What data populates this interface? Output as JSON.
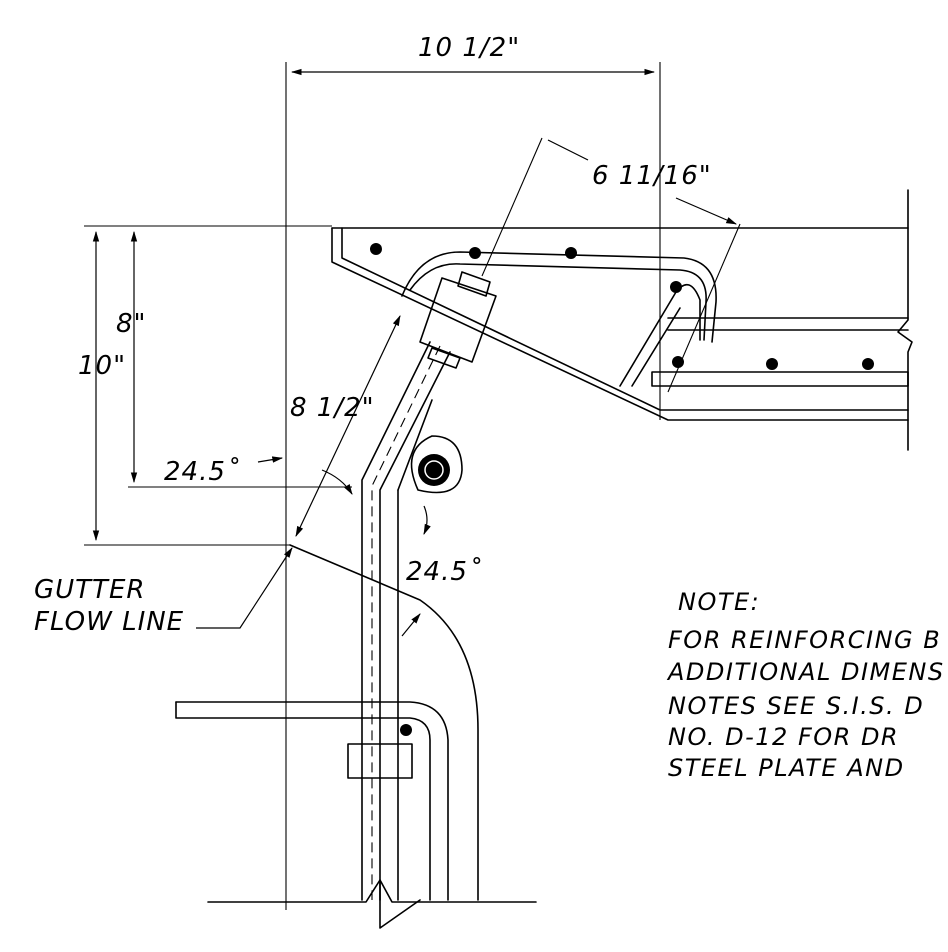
{
  "dimensions": {
    "top_width": "10 1/2\"",
    "diagonal": "6 11/16\"",
    "height_inner": "8\"",
    "height_outer": "10\"",
    "slope_length": "8 1/2\"",
    "angle_left": "24.5˚",
    "angle_right": "24.5˚"
  },
  "labels": {
    "gutter_line1": "GUTTER",
    "gutter_line2": "FLOW LINE"
  },
  "note": {
    "heading": "NOTE:",
    "lines": [
      "FOR REINFORCING B",
      "ADDITIONAL DIMENS",
      "NOTES SEE S.I.S. D",
      "NO. D-12 FOR DR",
      "STEEL PLATE AND"
    ]
  }
}
